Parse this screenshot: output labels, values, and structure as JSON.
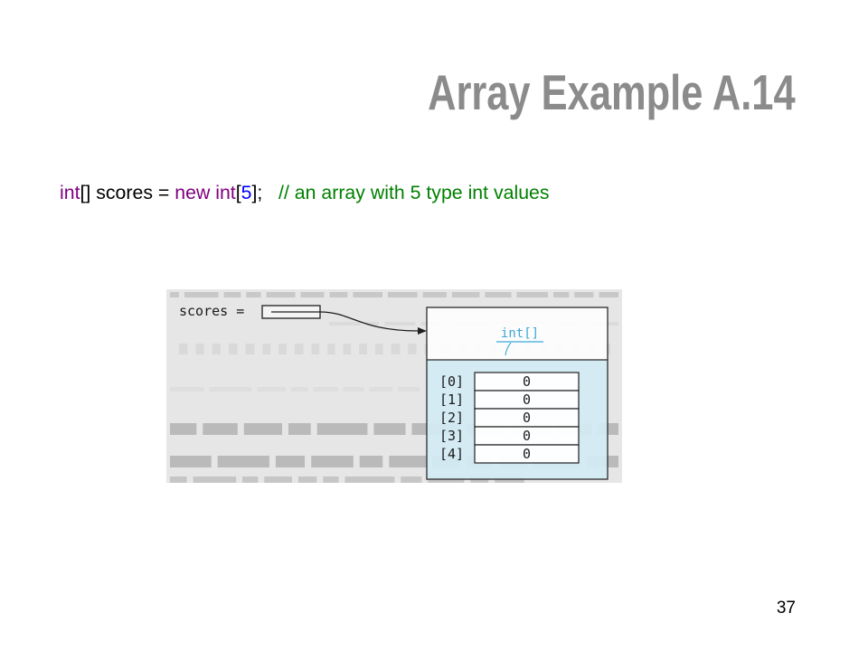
{
  "slide": {
    "title": "Array Example A.14",
    "title_color": "#8b8b8b",
    "page_number": "37"
  },
  "code": {
    "segments": [
      {
        "text": "int",
        "color": "#800080"
      },
      {
        "text": "[] scores = ",
        "color": "#000000"
      },
      {
        "text": "new int",
        "color": "#800080"
      },
      {
        "text": "[",
        "color": "#000000"
      },
      {
        "text": "5",
        "color": "#0000ff"
      },
      {
        "text": "];",
        "color": "#000000"
      },
      {
        "text": "// an array with 5 type int values",
        "color": "#008000"
      }
    ]
  },
  "diagram": {
    "variable_label": "scores =",
    "type_label": "int[]",
    "elements": [
      {
        "index": "[0]",
        "value": "0"
      },
      {
        "index": "[1]",
        "value": "0"
      },
      {
        "index": "[2]",
        "value": "0"
      },
      {
        "index": "[3]",
        "value": "0"
      },
      {
        "index": "[4]",
        "value": "0"
      }
    ],
    "colors": {
      "type_label": "#3aa8d8",
      "element_area": "#d4ebf5",
      "scan_background": "#e6e6e6"
    }
  }
}
